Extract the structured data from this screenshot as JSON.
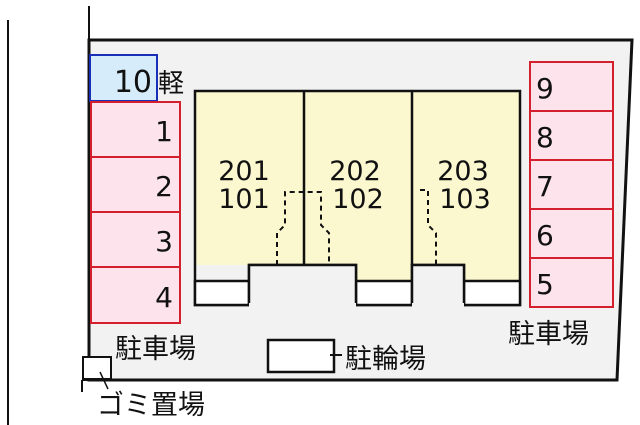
{
  "colors": {
    "site_bg": "#f2f2f2",
    "building_fill": "#fbf7cf",
    "parking_fill": "#fde4ec",
    "parking_stroke": "#d4202e",
    "kei_fill": "#d6ecfb",
    "kei_stroke": "#1a2fb8",
    "line": "#111111"
  },
  "parking_left": {
    "label": "駐車場",
    "spaces": [
      {
        "number": "1"
      },
      {
        "number": "2"
      },
      {
        "number": "3"
      },
      {
        "number": "4"
      }
    ]
  },
  "kei_space": {
    "number": "10",
    "suffix": "軽"
  },
  "parking_right": {
    "label": "駐車場",
    "spaces": [
      {
        "number": "9"
      },
      {
        "number": "8"
      },
      {
        "number": "7"
      },
      {
        "number": "6"
      },
      {
        "number": "5"
      }
    ]
  },
  "units": [
    {
      "upper": "201",
      "lower": "101"
    },
    {
      "upper": "202",
      "lower": "102"
    },
    {
      "upper": "203",
      "lower": "103"
    }
  ],
  "bicycle_parking": {
    "label": "駐輪場"
  },
  "garbage": {
    "label": "ゴミ置場"
  }
}
